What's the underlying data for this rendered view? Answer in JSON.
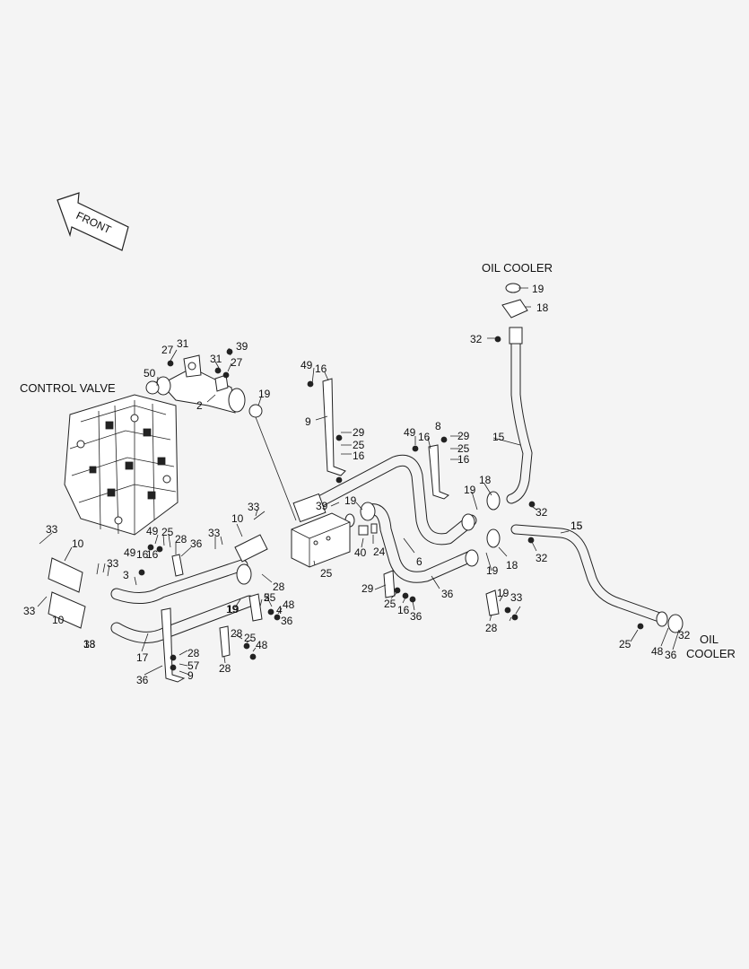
{
  "labels": {
    "front": "FRONT",
    "control_valve": "CONTROL VALVE",
    "oil_cooler_top": "OIL COOLER",
    "oil_cooler_right_1": "OIL",
    "oil_cooler_right_2": "COOLER"
  },
  "callouts": [
    "19",
    "18",
    "32",
    "15",
    "27",
    "31",
    "39",
    "31",
    "27",
    "50",
    "2",
    "19",
    "49",
    "16",
    "9",
    "29",
    "25",
    "16",
    "49",
    "16",
    "8",
    "29",
    "25",
    "16",
    "15",
    "18",
    "19",
    "32",
    "39",
    "19",
    "24",
    "40",
    "6",
    "19",
    "18",
    "15",
    "32",
    "33",
    "10",
    "33",
    "49",
    "16",
    "25",
    "28",
    "36",
    "33",
    "10",
    "33",
    "3",
    "33",
    "10",
    "33",
    "49",
    "16",
    "25",
    "28",
    "36",
    "17",
    "19",
    "5",
    "4",
    "36",
    "28",
    "25",
    "48",
    "28",
    "25",
    "48",
    "36",
    "28",
    "57",
    "9",
    "29",
    "25",
    "16",
    "36",
    "28",
    "25",
    "48",
    "36",
    "32",
    "18",
    "19",
    "19",
    "33",
    "36",
    "28",
    "25"
  ]
}
